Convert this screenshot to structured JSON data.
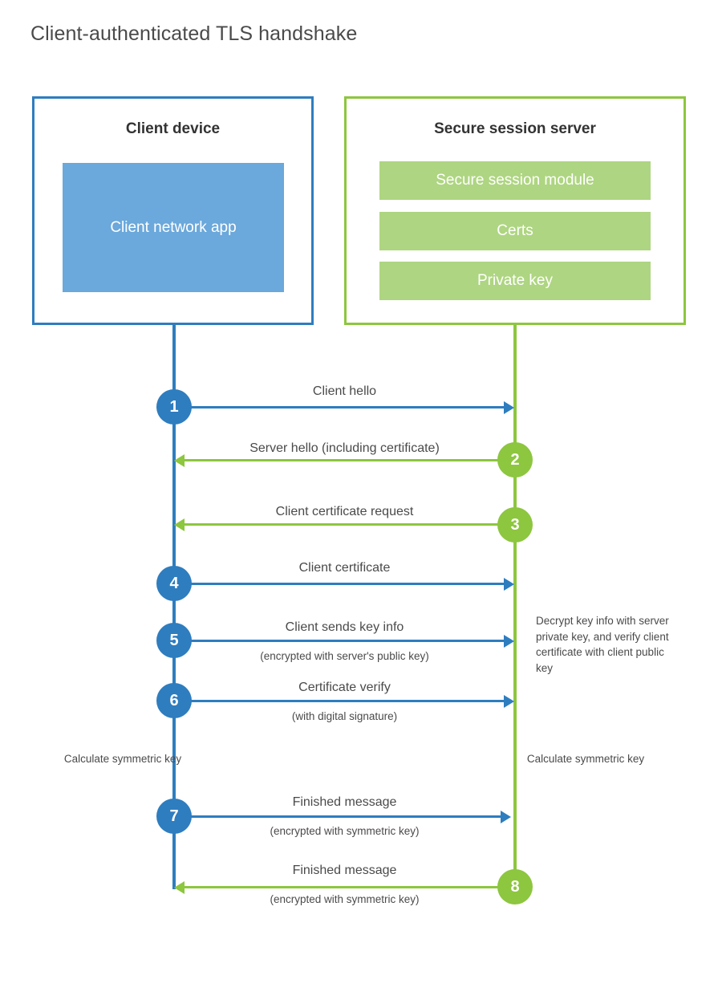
{
  "title": "Client-authenticated TLS handshake",
  "colors": {
    "blue_line": "#2E7DBF",
    "green_line": "#8DC63F",
    "client_app_fill": "#6BA8DB",
    "server_bar_fill": "#AED581",
    "text": "#4a4a4a",
    "heading": "#333333",
    "background": "#ffffff"
  },
  "client": {
    "title": "Client device",
    "app_label": "Client network app"
  },
  "server": {
    "title": "Secure session server",
    "components": [
      "Secure session module",
      "Certs",
      "Private key"
    ]
  },
  "steps": [
    {
      "number": "1",
      "label": "Client hello",
      "sub": "",
      "direction": "client-to-server",
      "color": "blue"
    },
    {
      "number": "2",
      "label": "Server hello (including certificate)",
      "sub": "",
      "direction": "server-to-client",
      "color": "green"
    },
    {
      "number": "3",
      "label": "Client certificate request",
      "sub": "",
      "direction": "server-to-client",
      "color": "green"
    },
    {
      "number": "4",
      "label": "Client certificate",
      "sub": "",
      "direction": "client-to-server",
      "color": "blue"
    },
    {
      "number": "5",
      "label": "Client sends key info",
      "sub": "(encrypted with server's public key)",
      "direction": "client-to-server",
      "color": "blue"
    },
    {
      "number": "6",
      "label": "Certificate verify",
      "sub": "(with digital signature)",
      "direction": "client-to-server",
      "color": "blue"
    },
    {
      "number": "7",
      "label": "Finished message",
      "sub": "(encrypted with symmetric key)",
      "direction": "client-to-server",
      "color": "blue"
    },
    {
      "number": "8",
      "label": "Finished message",
      "sub": "(encrypted with symmetric key)",
      "direction": "server-to-client",
      "color": "green"
    }
  ],
  "annotations": {
    "server_decrypt": "Decrypt key info with server private key, and verify client certificate with client public key",
    "client_calculate": "Calculate symmetric key",
    "server_calculate": "Calculate symmetric key"
  }
}
